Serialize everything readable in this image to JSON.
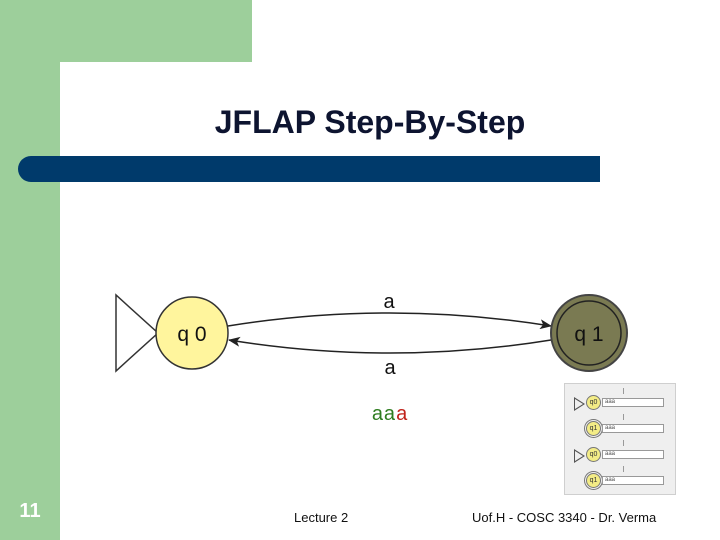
{
  "slide": {
    "title": "JFLAP Step-By-Step",
    "slide_number": "11",
    "footer_left": "Lecture 2",
    "footer_right": "Uof.H - COSC 3340 - Dr. Verma"
  },
  "automaton": {
    "states": [
      {
        "id": "q0",
        "label": "q 0",
        "initial": true,
        "accepting": false,
        "color": "#fff59d"
      },
      {
        "id": "q1",
        "label": "q 1",
        "initial": false,
        "accepting": true,
        "color": "#7a7a52"
      }
    ],
    "transitions": [
      {
        "from": "q0",
        "to": "q1",
        "label": "a"
      },
      {
        "from": "q1",
        "to": "q0",
        "label": "a"
      }
    ]
  },
  "input": {
    "consumed": "aa",
    "current": "a"
  },
  "thumbnail": {
    "rows": [
      {
        "state": "q0",
        "initial": true,
        "accepting": false,
        "tape": "aaa"
      },
      {
        "state": "q1",
        "initial": false,
        "accepting": true,
        "tape": "aaa"
      },
      {
        "state": "q0",
        "initial": true,
        "accepting": false,
        "tape": "aaa"
      },
      {
        "state": "q1",
        "initial": false,
        "accepting": true,
        "tape": "aaa"
      }
    ]
  },
  "colors": {
    "accent_green": "#9dcf9b",
    "title_bar": "#003a6b"
  }
}
